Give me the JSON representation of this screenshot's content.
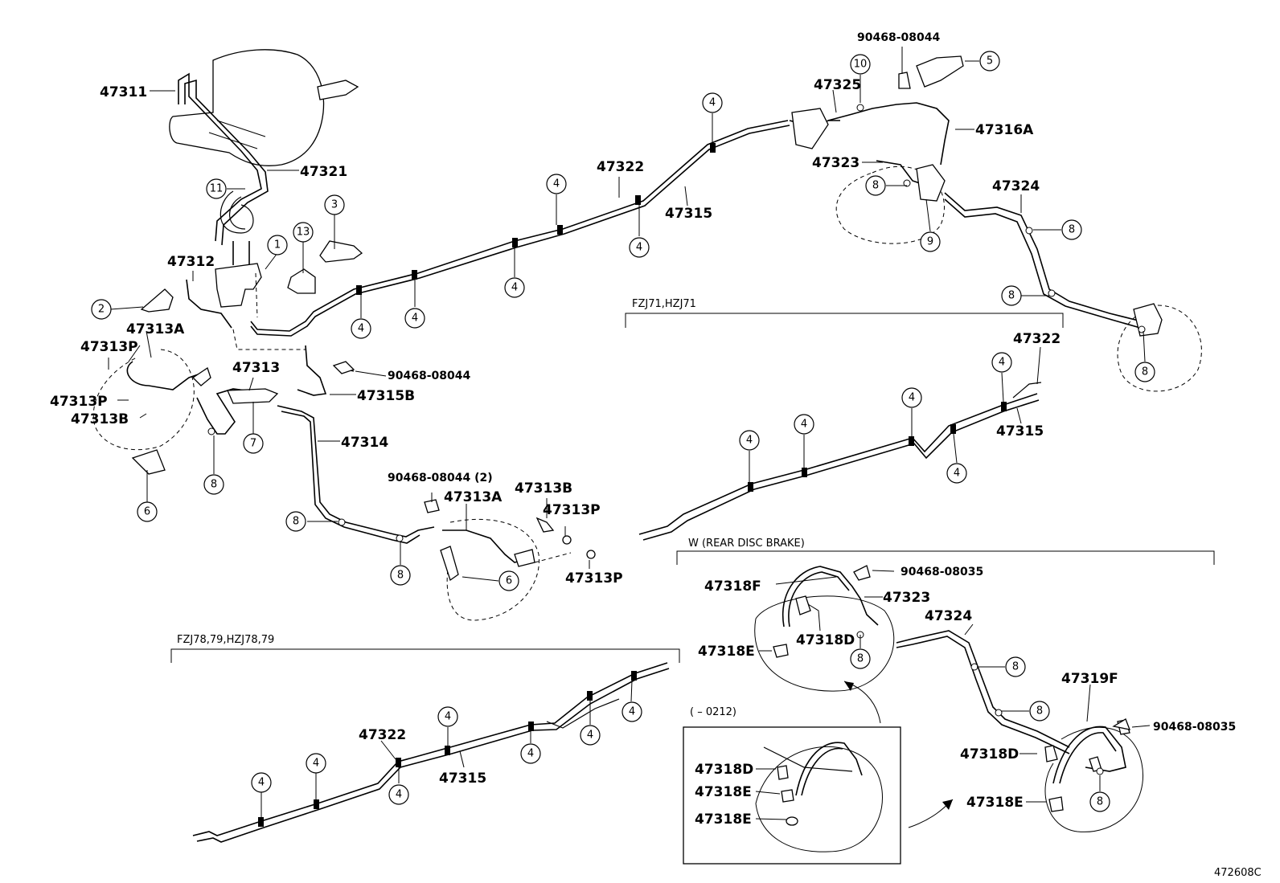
{
  "diagram_code": "472608C",
  "sections": {
    "fzj71": "FZJ71,HZJ71",
    "rear_disc": "W (REAR DISC BRAKE)",
    "fzj78": "FZJ78,79,HZJ78,79",
    "range": "(       – 0212)"
  },
  "parts": {
    "p47311": "47311",
    "p47321": "47321",
    "p47312": "47312",
    "p47313A": "47313A",
    "p47313P": "47313P",
    "p47313B": "47313B",
    "p47313": "47313",
    "p47315B": "47315B",
    "p47314": "47314",
    "p47322": "47322",
    "p47315": "47315",
    "p47325": "47325",
    "p47316A": "47316A",
    "p47323": "47323",
    "p47324": "47324",
    "p47318F": "47318F",
    "p47318D": "47318D",
    "p47318E": "47318E",
    "p47319F": "47319F",
    "c90468_08044": "90468-08044",
    "c90468_08044_2": "90468-08044 (2)",
    "c90468_08035": "90468-08035"
  },
  "callouts": {
    "n1": "1",
    "n2": "2",
    "n3": "3",
    "n4": "4",
    "n5": "5",
    "n6": "6",
    "n7": "7",
    "n8": "8",
    "n9": "9",
    "n10": "10",
    "n11": "11",
    "n13": "13"
  }
}
